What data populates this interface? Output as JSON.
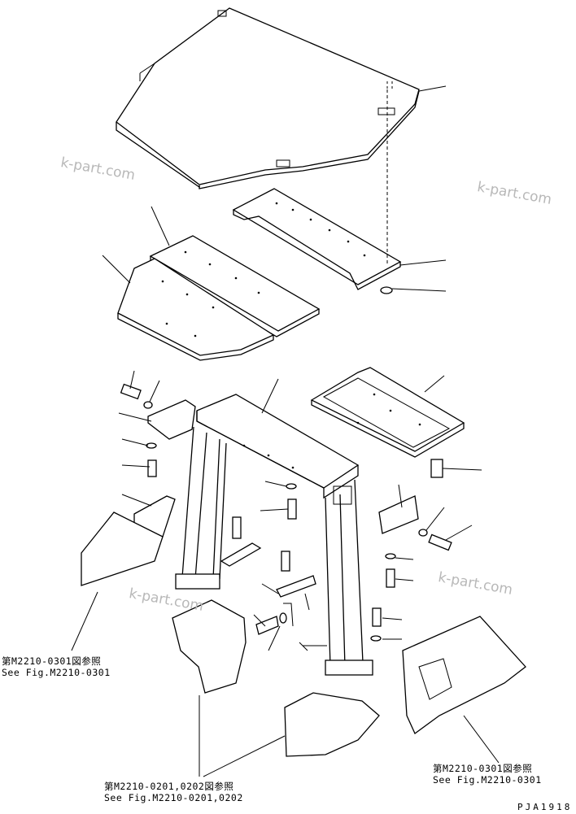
{
  "watermark": "k-part.com",
  "ref_left": {
    "jp": "第M2210-0301図参照",
    "en": "See Fig.M2210-0301"
  },
  "ref_right": {
    "jp": "第M2210-0301図参照",
    "en": "See Fig.M2210-0301"
  },
  "ref_bottom": {
    "jp": "第M2210-0201,0202図参照",
    "en": "See Fig.M2210-0201,0202"
  },
  "drawing_code": "PJA1918"
}
